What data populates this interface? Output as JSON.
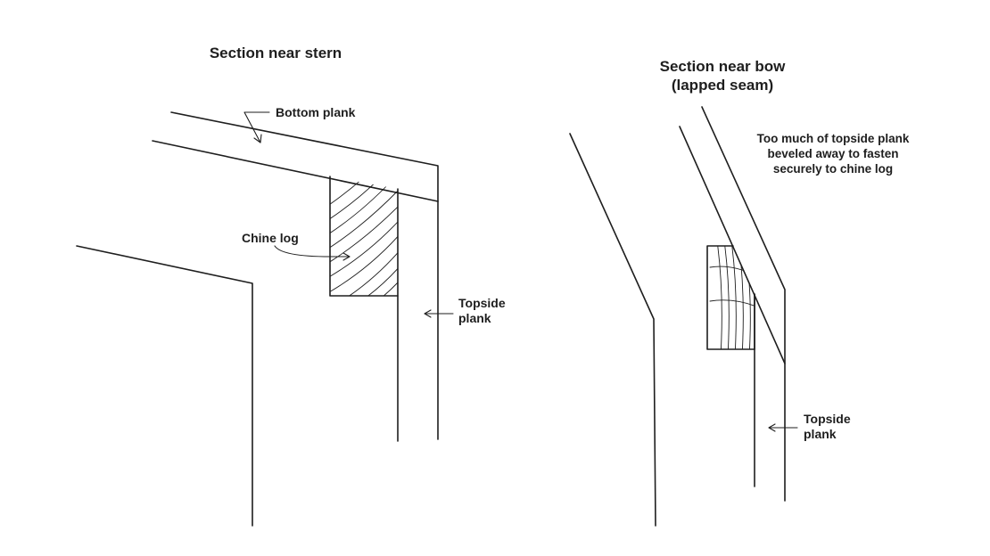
{
  "stern": {
    "title": "Section near stern",
    "bottom_plank_label": "Bottom plank",
    "chine_log_label": "Chine log",
    "topside_plank_label_line1": "Topside",
    "topside_plank_label_line2": "plank"
  },
  "bow": {
    "title_line1": "Section near bow",
    "title_line2": "(lapped seam)",
    "note_line1": "Too much of topside plank",
    "note_line2": "beveled away to fasten",
    "note_line3": "securely to chine log",
    "topside_plank_label_line1": "Topside",
    "topside_plank_label_line2": "plank"
  }
}
